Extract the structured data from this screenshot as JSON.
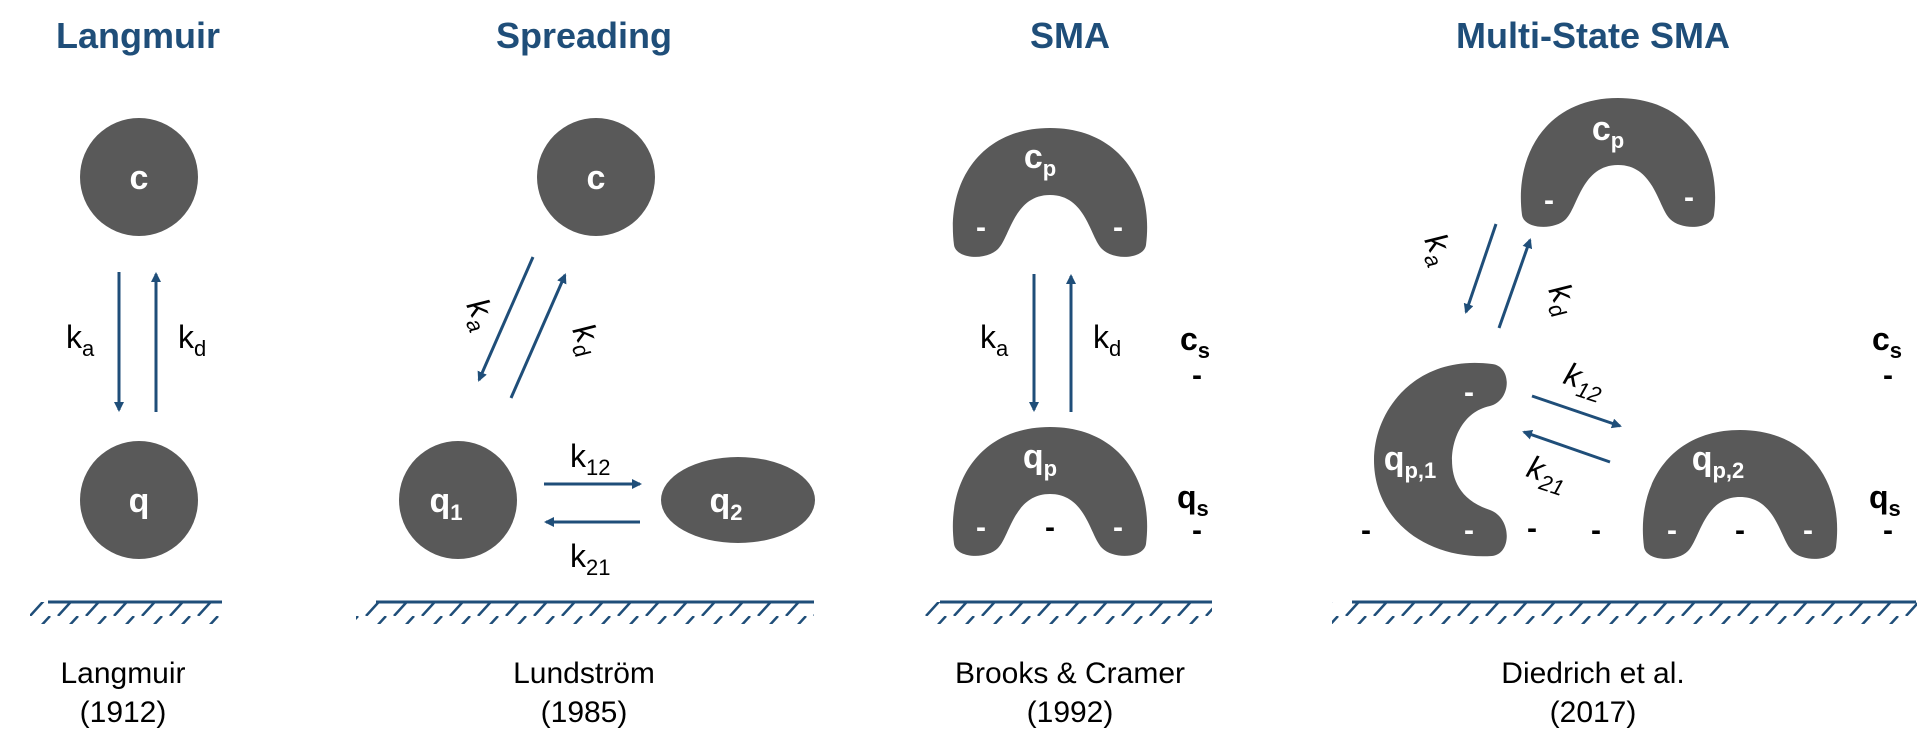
{
  "panels": [
    {
      "title": "Langmuir",
      "species": {
        "c": "c",
        "q": "q"
      },
      "rates": {
        "a_main": "k",
        "a_sub": "a",
        "d_main": "k",
        "d_sub": "d"
      },
      "citation": {
        "authors": "Langmuir",
        "year": "(1912)"
      }
    },
    {
      "title": "Spreading",
      "species": {
        "c": "c",
        "q1_main": "q",
        "q1_sub": "1",
        "q2_main": "q",
        "q2_sub": "2"
      },
      "rates": {
        "a_main": "k",
        "a_sub": "a",
        "d_main": "k",
        "d_sub": "d",
        "r12_main": "k",
        "r12_sub": "12",
        "r21_main": "k",
        "r21_sub": "21"
      },
      "citation": {
        "authors": "Lundström",
        "year": "(1985)"
      }
    },
    {
      "title": "SMA",
      "species": {
        "cp_main": "c",
        "cp_sub": "p",
        "qp_main": "q",
        "qp_sub": "p"
      },
      "rates": {
        "a_main": "k",
        "a_sub": "a",
        "d_main": "k",
        "d_sub": "d"
      },
      "salt": {
        "cs_main": "c",
        "cs_sub": "s",
        "qs_main": "q",
        "qs_sub": "s"
      },
      "charge": "-",
      "citation": {
        "authors": "Brooks & Cramer",
        "year": "(1992)"
      }
    },
    {
      "title": "Multi-State SMA",
      "species": {
        "cp_main": "c",
        "cp_sub": "p",
        "qp1_main": "q",
        "qp1_sub": "p,1",
        "qp2_main": "q",
        "qp2_sub": "p,2"
      },
      "rates": {
        "a_main": "k",
        "a_sub": "a",
        "d_main": "k",
        "d_sub": "d",
        "r12_main": "k",
        "r12_sub": "12",
        "r21_main": "k",
        "r21_sub": "21"
      },
      "salt": {
        "cs_main": "c",
        "cs_sub": "s",
        "qs_main": "q",
        "qs_sub": "s"
      },
      "charge": "-",
      "citation": {
        "authors": "Diedrich et al.",
        "year": "(2017)"
      }
    }
  ]
}
